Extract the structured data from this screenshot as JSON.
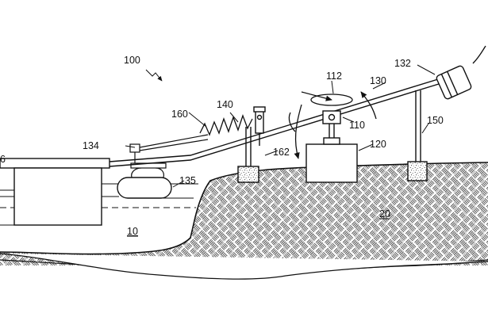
{
  "figure": {
    "ref_100": "100",
    "ref_160": "160",
    "ref_140": "140",
    "ref_112": "112",
    "ref_130": "130",
    "ref_132": "132",
    "ref_134": "134",
    "ref_135": "135",
    "ref_136_partial": "6",
    "ref_162": "162",
    "ref_110": "110",
    "ref_120": "120",
    "ref_150": "150",
    "ref_10": "10",
    "ref_20": "20"
  }
}
